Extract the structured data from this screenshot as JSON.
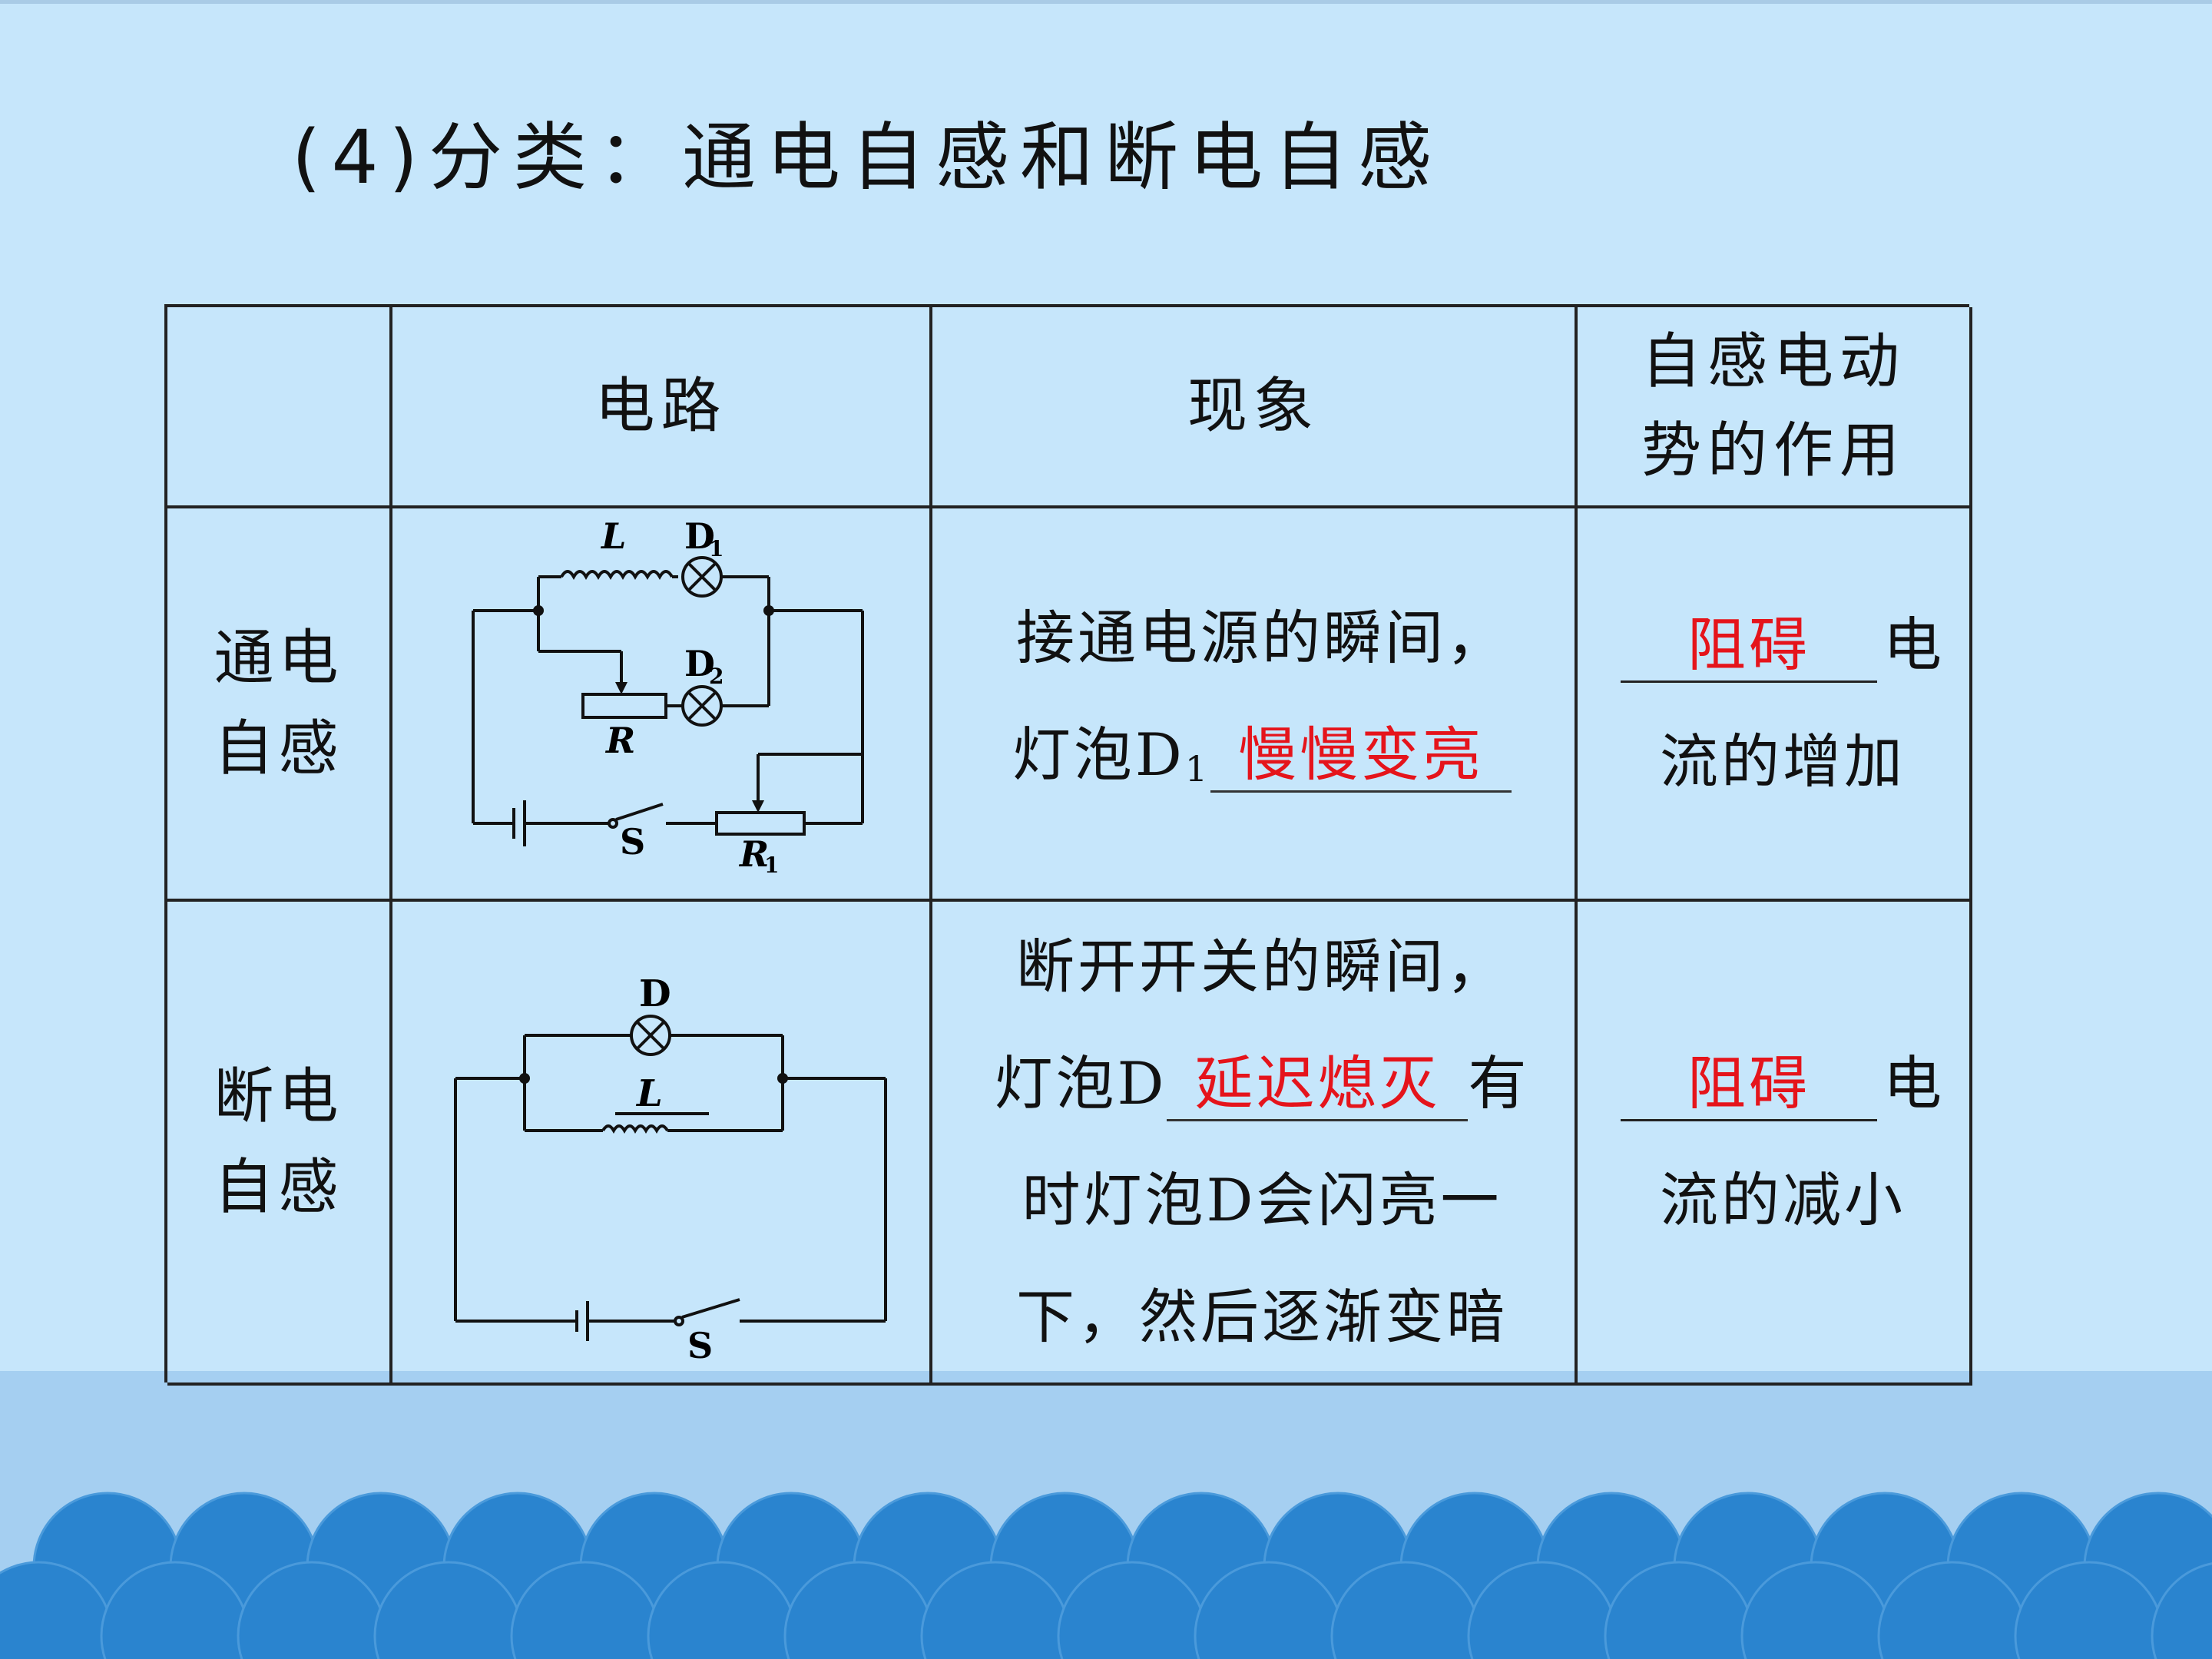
{
  "title": "(4)分类：通电自感和断电自感",
  "table": {
    "headers": [
      "",
      "电路",
      "现象",
      "自感电动势的作用"
    ],
    "header_effect_lines": [
      "自感电动",
      "势的作用"
    ],
    "rows": [
      {
        "label_lines": [
          "通电",
          "自感"
        ],
        "circuit": {
          "labels": {
            "L": "L",
            "D1": "D",
            "D1_sub": "1",
            "D2": "D",
            "D2_sub": "2",
            "R": "R",
            "S": "S",
            "R1": "R",
            "R1_sub": "1"
          }
        },
        "phenomenon": {
          "line1": "接通电源的瞬间，",
          "line2_prefix": "灯泡D",
          "line2_sub": "1",
          "answer": "慢慢变亮"
        },
        "effect": {
          "answer": "阻碍",
          "suffix": "电",
          "line2": "流的增加"
        }
      },
      {
        "label_lines": [
          "断电",
          "自感"
        ],
        "circuit": {
          "labels": {
            "D": "D",
            "L": "L",
            "S": "S"
          }
        },
        "phenomenon": {
          "line1": "断开开关的瞬间，",
          "line2_prefix": "灯泡D",
          "answer": "延迟熄灭",
          "line2_suffix": "有",
          "line3": "时灯泡D会闪亮一",
          "line4": "下，然后逐渐变暗"
        },
        "effect": {
          "answer": "阻碍",
          "suffix": "电",
          "line2": "流的减小"
        }
      }
    ]
  },
  "colors": {
    "background": "#c6e6fb",
    "answer": "#e5141b",
    "wave": "#2a84cf",
    "band": "#a5cff1"
  }
}
